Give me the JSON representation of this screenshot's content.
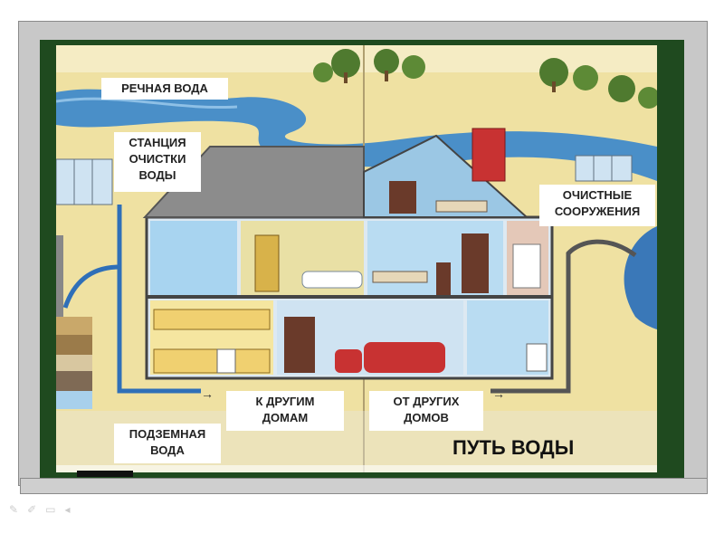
{
  "labels": {
    "river_water": "РЕЧНАЯ ВОДА",
    "treatment_station": "СТАНЦИЯ\nОЧИСТКИ\nВОДЫ",
    "treatment_facilities": "ОЧИСТНЫЕ\nСООРУЖЕНИЯ",
    "to_other_houses": "К ДРУГИМ\nДОМАМ",
    "from_other_houses": "ОТ ДРУГИХ\nДОМОВ",
    "groundwater": "ПОДЗЕМНАЯ\nВОДА",
    "title": "ПУТЬ ВОДЫ"
  },
  "colors": {
    "board": "#1f4a1f",
    "frame": "#c8c8c8",
    "river": "#4a8fc8",
    "sky_ground": "#efe1a2",
    "roof": "#8c8c8c",
    "pipes": "#2f6fb8",
    "chimney": "#c83232"
  },
  "toolbar": {
    "icons": [
      "pen-icon",
      "highlighter-icon",
      "slides-icon",
      "speaker-icon"
    ]
  }
}
